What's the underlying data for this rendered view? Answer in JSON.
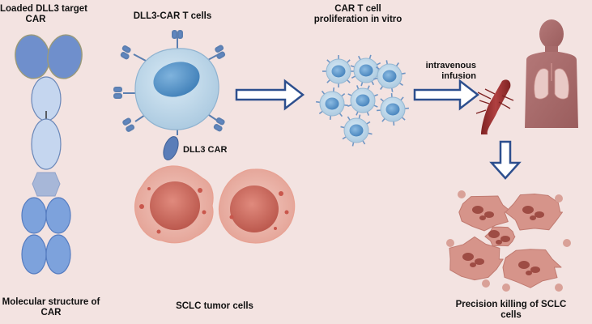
{
  "labels": {
    "loaded_car_line1": "Loaded DLL3 target",
    "loaded_car_line2": "CAR",
    "dll3_car_t_cells": "DLL3-CAR T cells",
    "car_t_prolif_line1": "CAR T cell",
    "car_t_prolif_line2": "proliferation in vitro",
    "iv_line1": "intravenous",
    "iv_line2": "infusion",
    "dll3_car": "DLL3 CAR",
    "molecular_line1": "Molecular structure of",
    "molecular_line2": "CAR",
    "sclc_tumor_cells": "SCLC tumor cells",
    "killing_line1": "Precision killing of SCLC",
    "killing_line2": "cells"
  },
  "colors": {
    "background": "#f3e3e1",
    "scfv": "#6f8fcc",
    "hinge": "#c5d6ef",
    "tcell": "#bcd6ea",
    "tcell_nucleus": "#5b95c8",
    "tumor": "#e7b2a8",
    "tumor_nucleus": "#cf6a5e",
    "arrow": "#2d4f8e",
    "body": "#a96c6c"
  }
}
